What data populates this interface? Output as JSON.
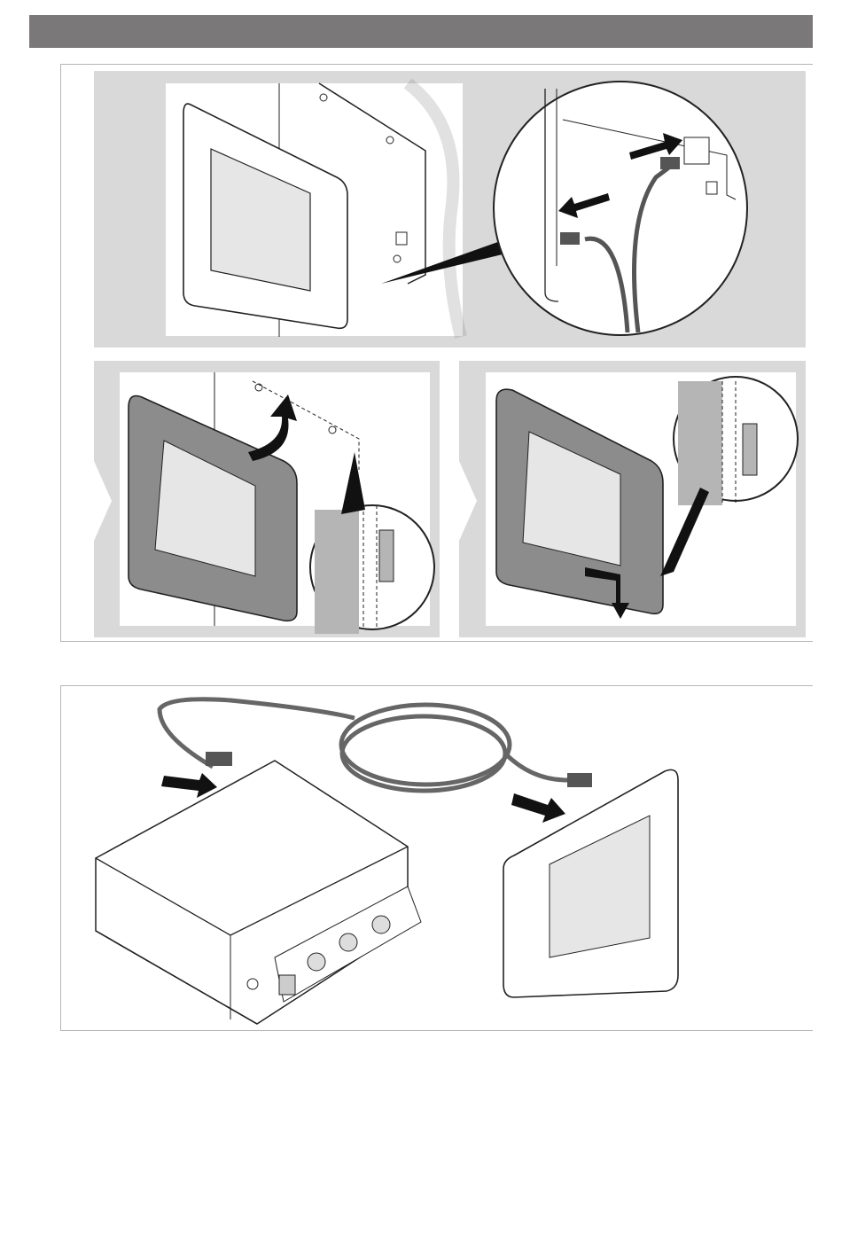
{
  "header": {
    "color": "#7a7878"
  },
  "colors": {
    "panel": "#d9d9d9",
    "frame": "#b5b5b5",
    "screen": "#e6e6e6",
    "bezel_dark": "#8c8c8c",
    "ink": "#1a1a1a"
  },
  "figures": [
    {
      "id": "figure-1",
      "steps": [
        "disconnect-cable",
        "lift-off-panel",
        "push-down-panel"
      ],
      "icons": [
        "arrow-icon",
        "detail-magnifier-icon"
      ]
    },
    {
      "id": "figure-2",
      "icons": [
        "arrow-icon",
        "connector-icon",
        "control-unit",
        "display-panel"
      ]
    }
  ]
}
